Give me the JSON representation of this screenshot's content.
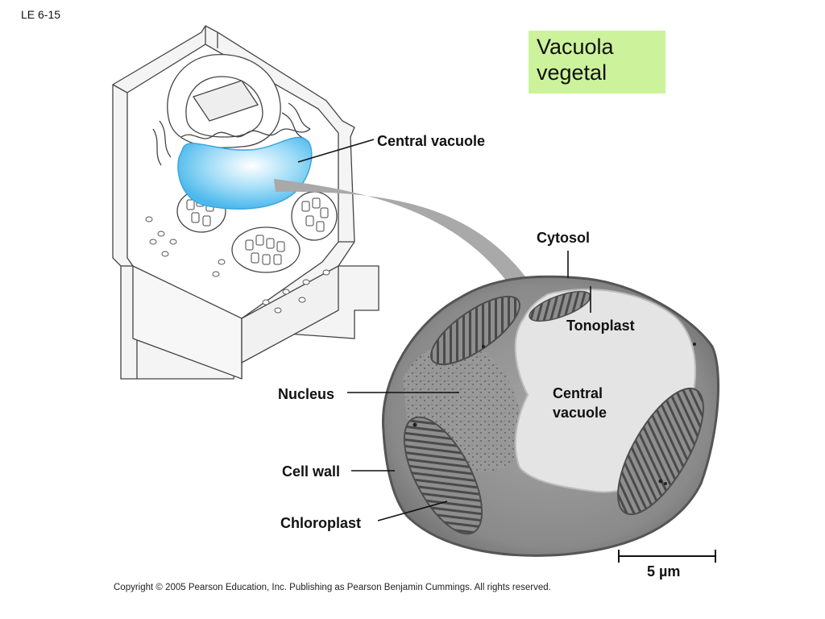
{
  "slide_code": "LE 6-15",
  "title": "Vacuola vegetal",
  "labels": {
    "central_vacuole_top": "Central vacuole",
    "cytosol": "Cytosol",
    "tonoplast": "Tonoplast",
    "nucleus": "Nucleus",
    "central_vacuole_micrograph": "Central vacuole",
    "cell_wall": "Cell wall",
    "chloroplast": "Chloroplast"
  },
  "scale_bar": "5 µm",
  "copyright": "Copyright © 2005 Pearson Education, Inc. Publishing as Pearson Benjamin Cummings. All rights reserved.",
  "colors": {
    "title_box": "#ccf39b",
    "vacuole_blue": "#6cc8f2",
    "arrow_gray": "#a9a9a9",
    "micrograph_cytoplasm": "#8c8c8c",
    "micrograph_vacuole": "#e4e4e4"
  }
}
